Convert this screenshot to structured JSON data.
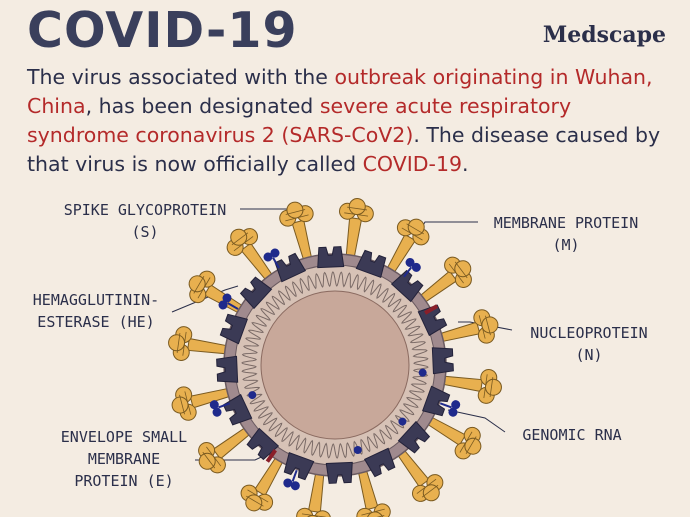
{
  "header": {
    "title": "COVID-19",
    "brand": "Medscape"
  },
  "intro": {
    "t1": "The virus associated with the ",
    "h1": "outbreak originating in Wuhan, China",
    "t2": ", has been designated ",
    "h2": "severe acute respiratory syndrome coronavirus 2 (SARS-CoV2)",
    "t3": ". The disease caused by that virus is now officially called ",
    "h3": "COVID-19",
    "t4": "."
  },
  "labels": {
    "spike_1": "SPIKE GLYCOPROTEIN",
    "spike_2": "(S)",
    "membrane_1": "MEMBRANE PROTEIN",
    "membrane_2": "(M)",
    "he_1": "HEMAGGLUTININ-",
    "he_2": "ESTERASE (HE)",
    "nucleo_1": "NUCLEOPROTEIN",
    "nucleo_2": "(N)",
    "rna": "GENOMIC RNA",
    "envelope_1": "ENVELOPE SMALL",
    "envelope_2": "MEMBRANE",
    "envelope_3": "PROTEIN (E)"
  },
  "colors": {
    "title": "#3a3f5c",
    "highlight": "#b42a2a",
    "spike": "#e8b04f",
    "membrane_protein": "#3b3a55",
    "he": "#1f2a8c",
    "envelope_e": "#8a1f2a",
    "core": "#c8a89a",
    "shell": "#a08a8e"
  }
}
